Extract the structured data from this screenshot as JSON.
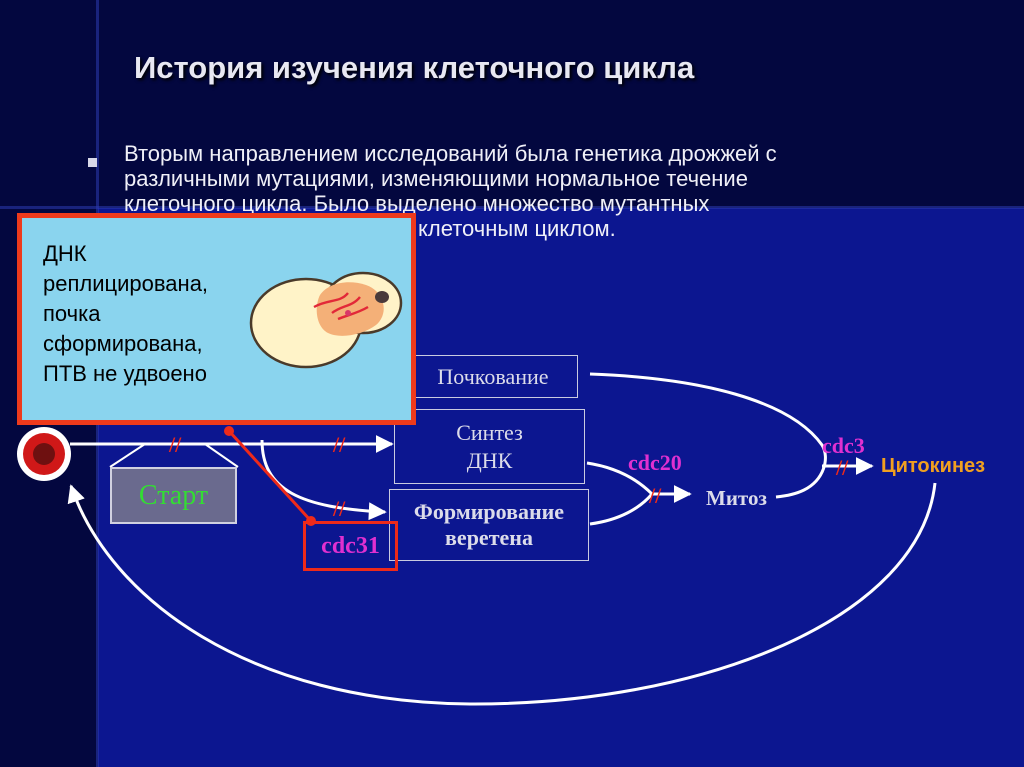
{
  "slide": {
    "title": "История изучения клеточного цикла",
    "paragraph_lines": [
      "Вторым направлением исследований была генетика дрожжей с",
      "различными мутациями, изменяющими нормальное течение",
      "клеточного цикла. Было выделено множество мутантных",
      "клеточным циклом."
    ]
  },
  "diagram": {
    "start": "Старт",
    "budding": "Почкование",
    "dna_synthesis_lines": [
      "Синтез",
      "ДНК"
    ],
    "spindle_lines": [
      "Формирование",
      "веретена"
    ],
    "mitosis": "Митоз",
    "cytokinesis": "Цитокинез",
    "genes": {
      "cdc31": "cdc31",
      "cdc20": "cdc20",
      "cdc3": "cdc3"
    },
    "block_mark": "//"
  },
  "popup": {
    "lines": [
      "ДНК",
      "реплицирована,",
      "почка",
      "сформирована,",
      "ПТВ не удвоено"
    ]
  },
  "colors": {
    "background": "#050a5c",
    "gene_label": "#e030d0",
    "start_text": "#33dd33",
    "highlight_border": "#ee2a1a",
    "popup_fill": "#8ad4ee",
    "cytokinesis_text": "#f0a020"
  }
}
